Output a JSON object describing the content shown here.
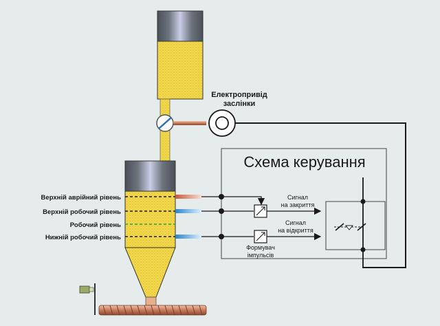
{
  "actuator_label": [
    "Електропривід",
    "заслінки"
  ],
  "control_title": "Схема керування",
  "levels": [
    {
      "label": "Верхній аврійний рівень",
      "probe": "#d98a6a",
      "line": "#1a1a1a"
    },
    {
      "label": "Верхній робочий рівень",
      "probe": "#4aa3d9",
      "line": "#1a1a1a"
    },
    {
      "label": "Робочий рівень",
      "probe": "",
      "line": "#2e9e3e"
    },
    {
      "label": "Нижній робочий рівень",
      "probe": "#4aa3d9",
      "line": "#1a1a1a"
    }
  ],
  "signals": {
    "close": [
      "Сигнал",
      "на закриття"
    ],
    "open": [
      "Сигнал",
      "на відкриття"
    ]
  },
  "pulse_former": [
    "Формувач",
    "імпульсів"
  ],
  "colors": {
    "material": "#f2d84a",
    "material_dots": "#d9b92c",
    "cap": "#5f6670",
    "cap_highlight": "#c9cde6",
    "background": "#e6ebec",
    "conveyor": "#c87a5c"
  },
  "icons": [
    "valve-icon",
    "motor-icon",
    "relay-icon",
    "switch-icon",
    "sensor-icon",
    "auger-icon"
  ]
}
